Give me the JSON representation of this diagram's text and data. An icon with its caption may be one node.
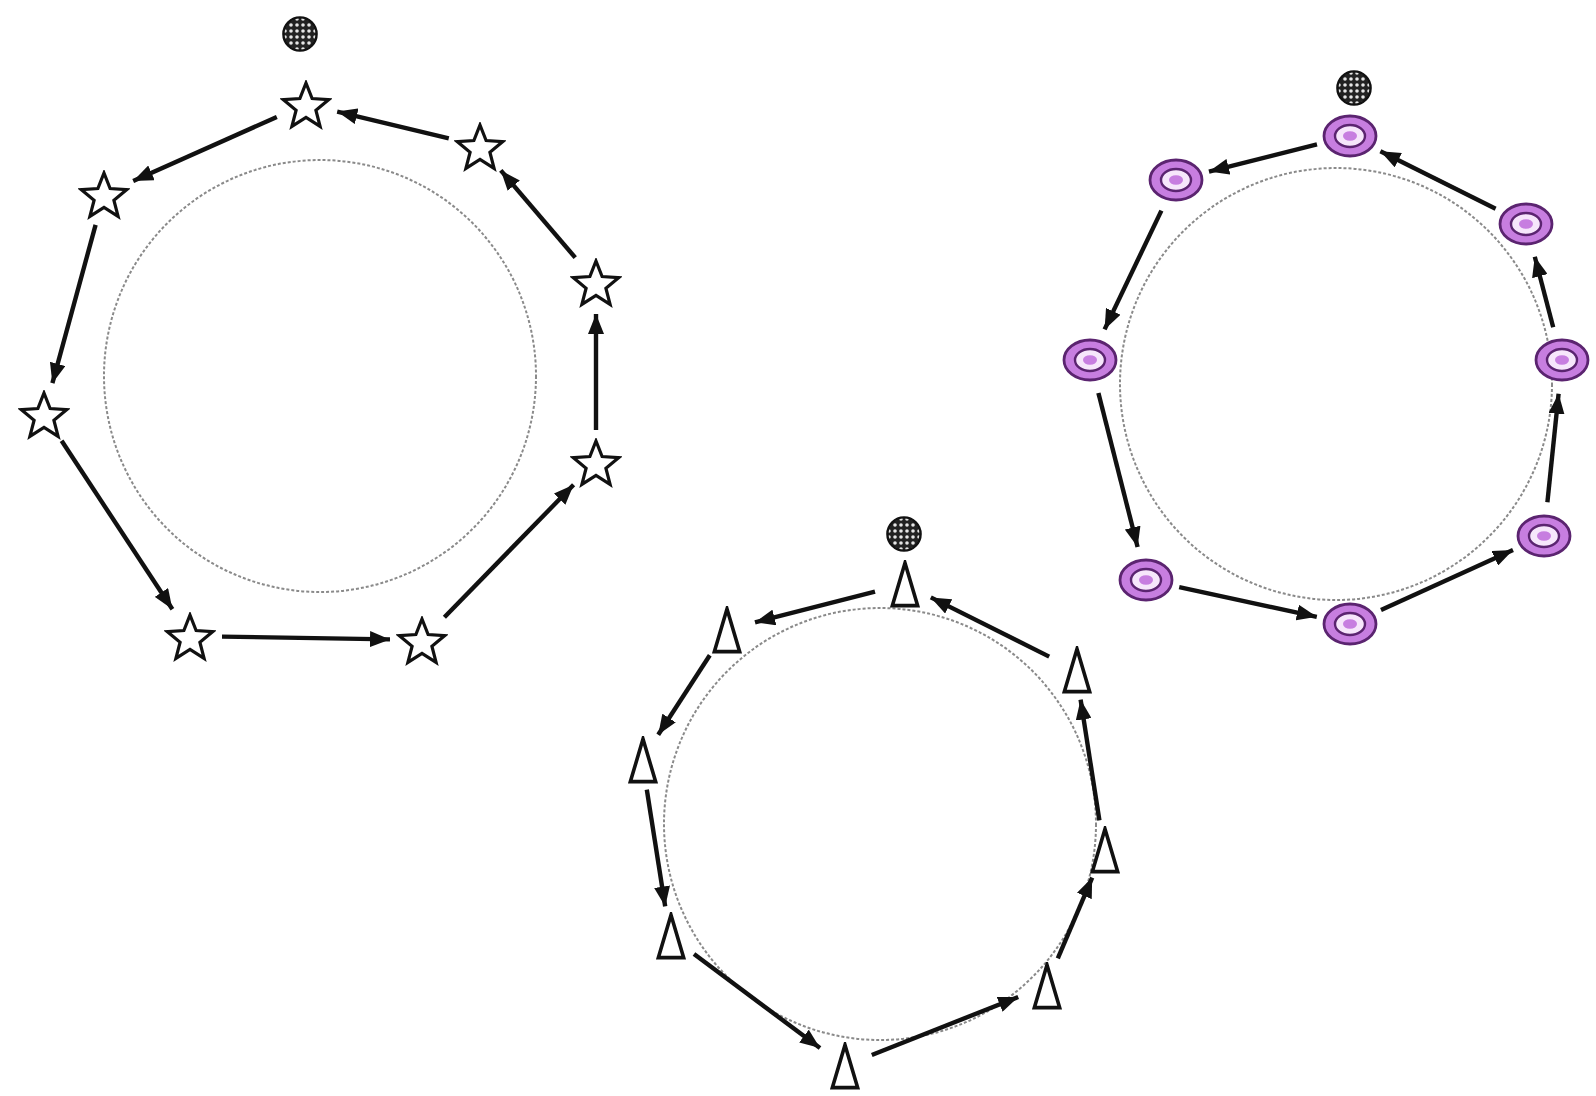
{
  "diagram": {
    "nodes": [
      {
        "text": [],
        "shape": "ball"
      },
      {
        "text": [],
        "shape": "star"
      },
      {
        "text": [],
        "shape": "star"
      },
      {
        "text": [],
        "shape": "star"
      },
      {
        "text": [],
        "shape": "star"
      },
      {
        "text": [],
        "shape": "star"
      },
      {
        "text": [],
        "shape": "star"
      },
      {
        "text": [],
        "shape": "star"
      },
      {
        "text": [],
        "shape": "star"
      },
      {
        "text": [],
        "shape": "ball"
      },
      {
        "text": [],
        "shape": "triangle"
      },
      {
        "text": [],
        "shape": "triangle"
      },
      {
        "text": [],
        "shape": "triangle"
      },
      {
        "text": [],
        "shape": "triangle"
      },
      {
        "text": [],
        "shape": "triangle"
      },
      {
        "text": [],
        "shape": "triangle"
      },
      {
        "text": [],
        "shape": "triangle"
      },
      {
        "text": [],
        "shape": "triangle"
      },
      {
        "text": [],
        "shape": "ball"
      },
      {
        "text": [],
        "shape": "ring"
      },
      {
        "text": [],
        "shape": "ring"
      },
      {
        "text": [],
        "shape": "ring"
      },
      {
        "text": [],
        "shape": "ring"
      },
      {
        "text": [],
        "shape": "ring"
      },
      {
        "text": [],
        "shape": "ring"
      },
      {
        "text": [],
        "shape": "ring"
      },
      {
        "text": [],
        "shape": "ring"
      },
      {
        "text": [],
        "shape": "circle"
      },
      {
        "text": [],
        "shape": "circle"
      },
      {
        "text": [],
        "shape": "circle"
      }
    ],
    "edges": [
      {
        "from": 1,
        "to": 2,
        "arrow": "to"
      },
      {
        "from": 2,
        "to": 3,
        "arrow": "to"
      },
      {
        "from": 3,
        "to": 4,
        "arrow": "to"
      },
      {
        "from": 4,
        "to": 5,
        "arrow": "to"
      },
      {
        "from": 5,
        "to": 6,
        "arrow": "to"
      },
      {
        "from": 6,
        "to": 7,
        "arrow": "to"
      },
      {
        "from": 7,
        "to": 8,
        "arrow": "to"
      },
      {
        "from": 8,
        "to": 1,
        "arrow": "to"
      },
      {
        "from": 10,
        "to": 11,
        "arrow": "to"
      },
      {
        "from": 11,
        "to": 12,
        "arrow": "to"
      },
      {
        "from": 12,
        "to": 13,
        "arrow": "to"
      },
      {
        "from": 13,
        "to": 14,
        "arrow": "to"
      },
      {
        "from": 14,
        "to": 15,
        "arrow": "to"
      },
      {
        "from": 15,
        "to": 16,
        "arrow": "to"
      },
      {
        "from": 16,
        "to": 17,
        "arrow": "to"
      },
      {
        "from": 17,
        "to": 10,
        "arrow": "to"
      },
      {
        "from": 19,
        "to": 20,
        "arrow": "to"
      },
      {
        "from": 20,
        "to": 21,
        "arrow": "to"
      },
      {
        "from": 21,
        "to": 22,
        "arrow": "to"
      },
      {
        "from": 22,
        "to": 23,
        "arrow": "to"
      },
      {
        "from": 23,
        "to": 24,
        "arrow": "to"
      },
      {
        "from": 24,
        "to": 25,
        "arrow": "to"
      },
      {
        "from": 25,
        "to": 26,
        "arrow": "to"
      },
      {
        "from": 26,
        "to": 19,
        "arrow": "to"
      }
    ]
  }
}
